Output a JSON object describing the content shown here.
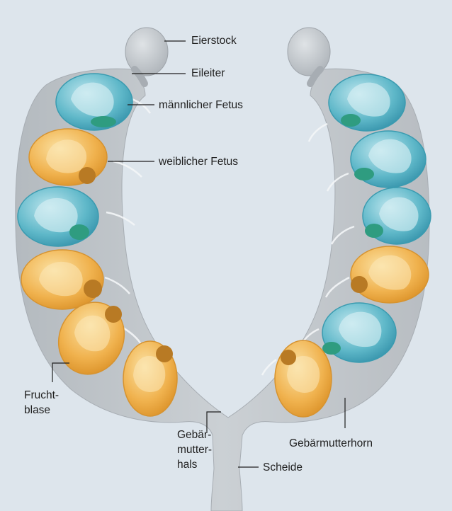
{
  "labels": {
    "eierstock": "Eierstock",
    "eileiter": "Eileiter",
    "maennlicher_fetus": "männlicher Fetus",
    "weiblicher_fetus": "weiblicher Fetus",
    "fruchtblase": [
      "Frucht-",
      "blase"
    ],
    "gebaermutterhals": [
      "Gebär-",
      "mutter-",
      "hals"
    ],
    "gebaermutterhorn": "Gebärmutterhorn",
    "scheide": "Scheide"
  },
  "fetuses": {
    "left_horn": [
      "male",
      "female",
      "male",
      "female",
      "female",
      "female"
    ],
    "right_horn": [
      "male",
      "male",
      "male",
      "female",
      "male",
      "female"
    ]
  },
  "colors": {
    "background": "#dde5ec",
    "uterus": "#c3c8cd",
    "male_sac": "#5fb8c9",
    "female_sac": "#f0b24e",
    "placenta_male": "#2f9c80",
    "placenta_female": "#b87a24",
    "text": "#1f1f1f"
  }
}
